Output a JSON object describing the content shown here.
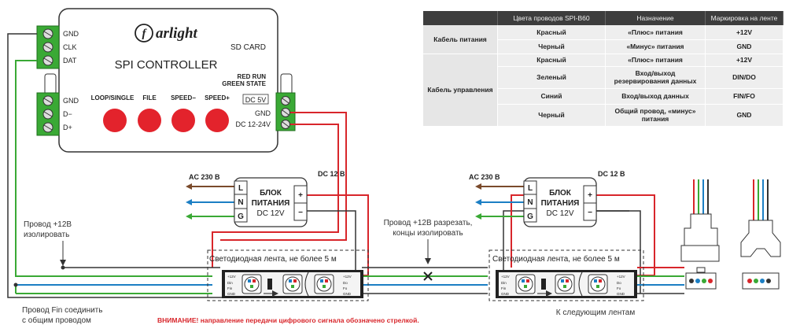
{
  "brand": "arlight",
  "controller": {
    "title": "SPI CONTROLLER",
    "sd_card": "SD CARD",
    "state_line1": "RED RUN",
    "state_line2": "GREEN STATE",
    "buttons": [
      "LOOP/SINGLE",
      "FILE",
      "SPEED−",
      "SPEED+"
    ],
    "dc5v": "DC 5V",
    "right_gnd": "GND",
    "dc_in": "DC 12-24V",
    "left_top": [
      "GND",
      "CLK",
      "DAT"
    ],
    "left_bottom": [
      "GND",
      "D−",
      "D+"
    ]
  },
  "power_supply": {
    "title_line1": "БЛОК",
    "title_line2": "ПИТАНИЯ",
    "voltage": "DC 12V",
    "in_terminals": [
      "L",
      "N",
      "G"
    ],
    "out_terminals": [
      "+",
      "−"
    ],
    "ac_label": "AC 230 В",
    "dc_label": "DC 12 В"
  },
  "strip": {
    "label": "Светодиодная лента, не более 5 м",
    "pins": [
      "+12V",
      "Din",
      "Fin",
      "GND"
    ],
    "pins_out": [
      "+12V",
      "Do",
      "Fo",
      "GND"
    ]
  },
  "notes": {
    "isolate_12v": "Провод +12В изолировать",
    "cut_12v": "Провод +12В разрезать, концы изолировать",
    "fin_to_gnd": "Провод Fin соединить с общим проводом",
    "warning": "ВНИМАНИЕ! направление передачи цифрового сигнала обозначено стрелкой.",
    "next_strips": "К следующим лентам"
  },
  "table": {
    "headers": [
      "",
      "Цвета проводов SPI-B60",
      "Назначение",
      "Маркировка на ленте"
    ],
    "groups": [
      {
        "name": "Кабель питания",
        "rows": [
          [
            "Красный",
            "«Плюс» питания",
            "+12V"
          ],
          [
            "Черный",
            "«Минус» питания",
            "GND"
          ]
        ]
      },
      {
        "name": "Кабель управления",
        "rows": [
          [
            "Красный",
            "«Плюс» питания",
            "+12V"
          ],
          [
            "Зеленый",
            "Вход/выход резервирования данных",
            "DIN/DO"
          ],
          [
            "Синий",
            "Вход/выход данных",
            "FIN/FO"
          ],
          [
            "Черный",
            "Общий провод, «минус» питания",
            "GND"
          ]
        ]
      }
    ]
  },
  "colors": {
    "red_wire": "#d8262b",
    "green_wire": "#3aa935",
    "blue_wire": "#1c7fc4",
    "black_wire": "#333333",
    "brown_wire": "#7a4a2b",
    "button_red": "#e3232c"
  }
}
